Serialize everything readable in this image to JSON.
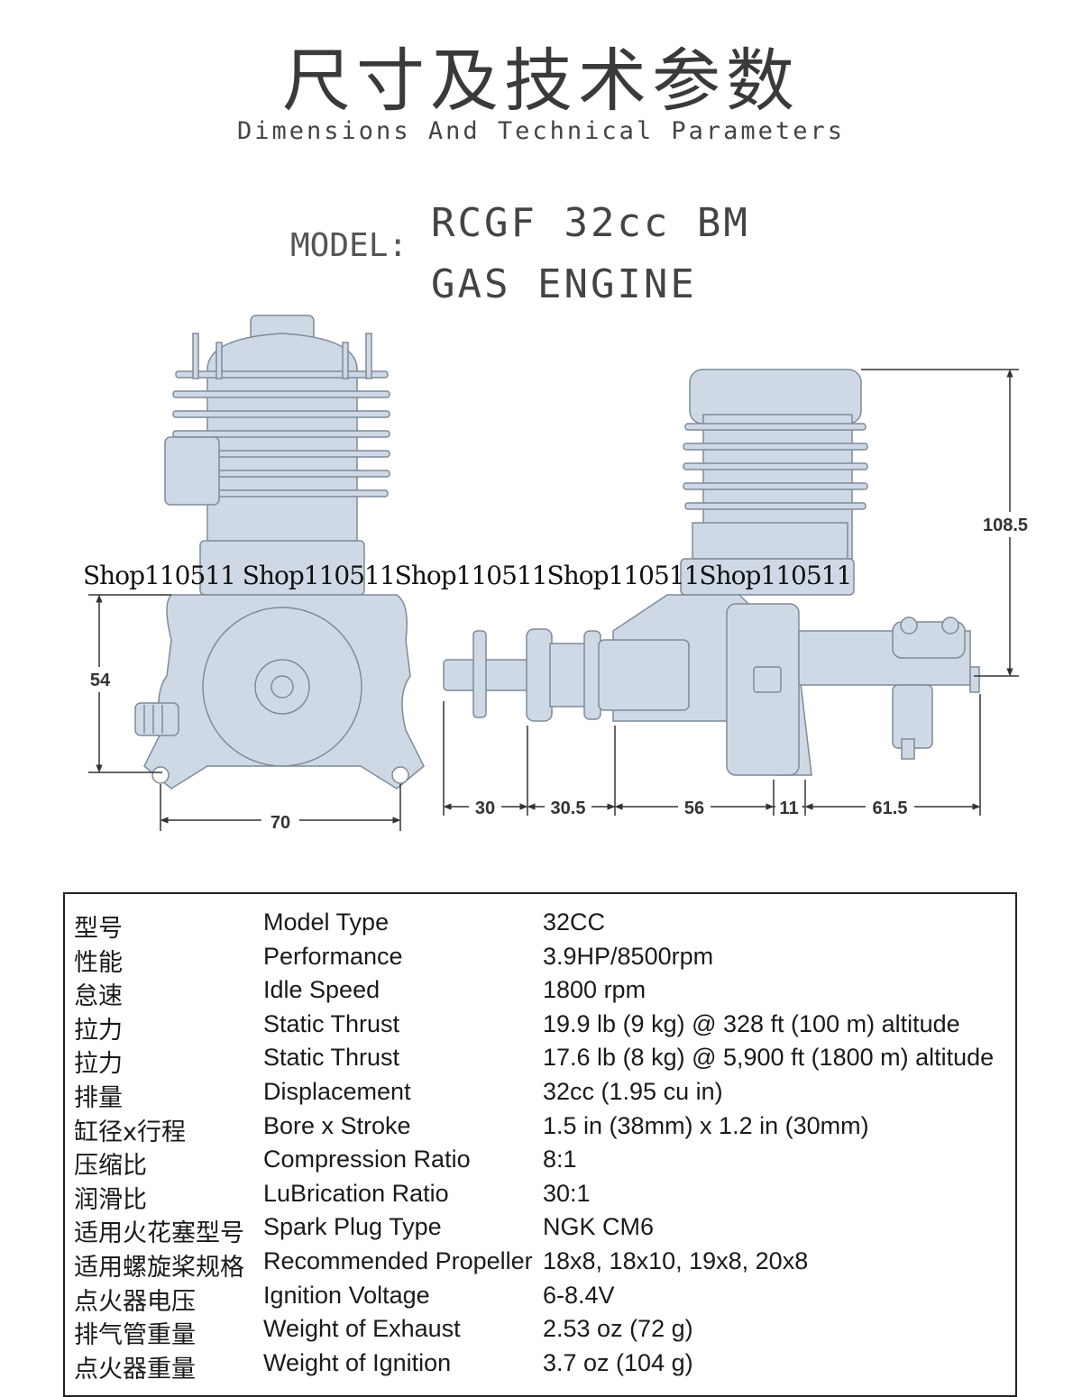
{
  "header": {
    "title_cn": "尺寸及技术参数",
    "title_en": "Dimensions And Technical Parameters"
  },
  "model": {
    "label": "MODEL:",
    "line1": "RCGF 32cc BM",
    "line2": "GAS ENGINE"
  },
  "watermark": "Shop110511 Shop110511Shop110511Shop110511Shop110511",
  "dimensions": {
    "height": "108.5",
    "mount_height": "54",
    "mount_width": "70",
    "seg1": "30",
    "seg2": "30.5",
    "seg3": "56",
    "seg4": "11",
    "seg5": "61.5"
  },
  "colors": {
    "engine_fill": "#cfd9e6",
    "engine_stroke": "#7f8b99",
    "border": "#222222"
  },
  "specs": [
    {
      "cn": "型号",
      "en": "Model Type",
      "value": "32CC"
    },
    {
      "cn": "性能",
      "en": "Performance",
      "value": "3.9HP/8500rpm"
    },
    {
      "cn": "怠速",
      "en": "Idle Speed",
      "value": "1800 rpm"
    },
    {
      "cn": "拉力",
      "en": "Static Thrust",
      "value": "19.9 lb (9 kg) @ 328 ft (100 m) altitude"
    },
    {
      "cn": "拉力",
      "en": "Static Thrust",
      "value": "17.6 lb (8 kg) @ 5,900 ft (1800 m) altitude"
    },
    {
      "cn": "排量",
      "en": "Displacement",
      "value": "32cc  (1.95 cu in)"
    },
    {
      "cn": "缸径x行程",
      "en": "Bore x Stroke",
      "value": "1.5 in (38mm) x 1.2 in (30mm)"
    },
    {
      "cn": "压缩比",
      "en": "Compression Ratio",
      "value": " 8:1"
    },
    {
      "cn": "润滑比",
      "en": "LuBrication Ratio",
      "value": "30:1"
    },
    {
      "cn": "适用火花塞型号",
      "en": "Spark Plug Type",
      "value": "NGK CM6"
    },
    {
      "cn": "适用螺旋桨规格",
      "en": "Recommended Propeller",
      "value": "18x8, 18x10, 19x8, 20x8"
    },
    {
      "cn": "点火器电压",
      "en": "Ignition Voltage",
      "value": "6-8.4V"
    },
    {
      "cn": "排气管重量",
      "en": "Weight of Exhaust",
      "value": "2.53 oz (72 g)"
    },
    {
      "cn": "点火器重量",
      "en": "Weight of Ignition",
      "value": "3.7 oz (104 g)"
    }
  ]
}
